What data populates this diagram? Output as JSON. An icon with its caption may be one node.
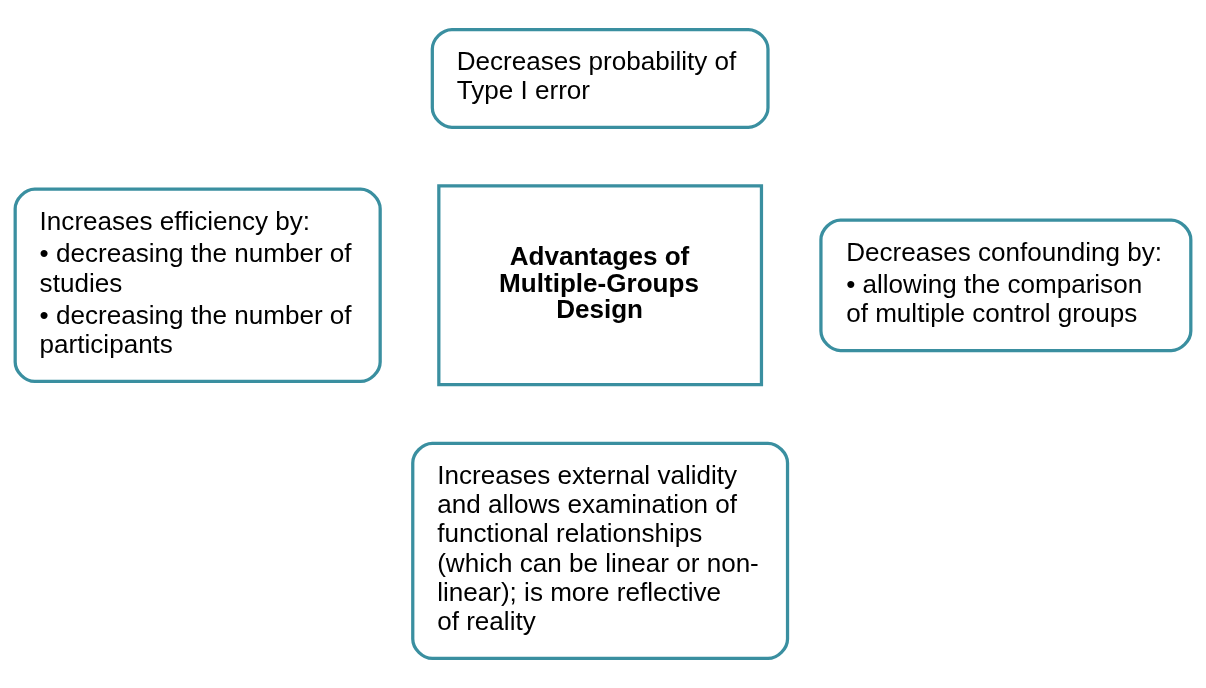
{
  "diagram": {
    "nodes": [
      {
        "text": [
          "Decreases probability of Type I error"
        ]
      },
      {
        "text": [
          "Increases efficiency by:",
          "• decreasing the number of studies",
          "• decreasing the number of participants"
        ]
      },
      {
        "text": [
          "Advantages of Multiple-Groups Design"
        ]
      },
      {
        "text": [
          "Decreases confounding by:",
          "• allowing the comparison of multiple control groups"
        ]
      },
      {
        "text": [
          "Increases external validity and allows examination of functional relationships (which can be linear or non-linear); is more reflective of reality"
        ]
      }
    ],
    "edges": []
  }
}
